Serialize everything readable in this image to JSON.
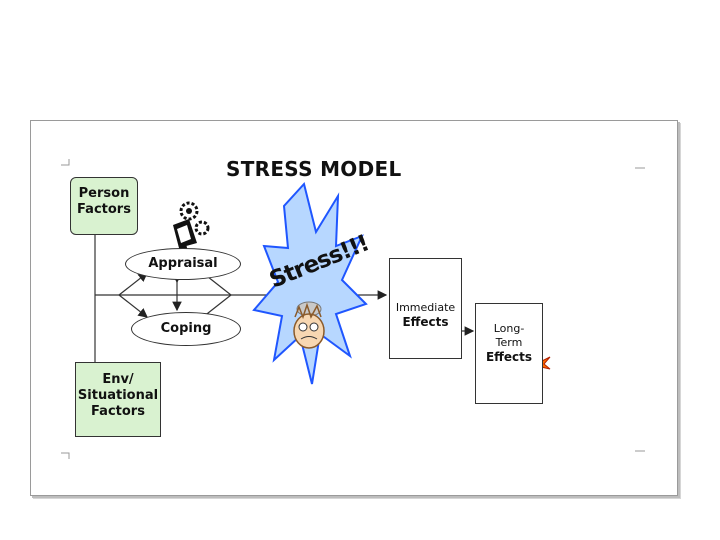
{
  "title": "STRESS MODEL",
  "nodes": {
    "person": [
      "Person",
      "Factors"
    ],
    "env": [
      "Env/",
      "Situational",
      "Factors"
    ],
    "appraisal": "Appraisal",
    "coping": "Coping",
    "stress": "Stress!!!",
    "immediate": [
      "Immediate",
      "Effects"
    ],
    "longterm": [
      "Long-",
      "Term",
      "Effects"
    ]
  },
  "icons": [
    "gears-icon",
    "stressed-face-icon",
    "clock-icon",
    "bomb-icon"
  ],
  "colors": {
    "factor_fill": "#d9f2d0",
    "burst_fill": "#b7d7ff",
    "burst_stroke": "#1f56ff"
  }
}
